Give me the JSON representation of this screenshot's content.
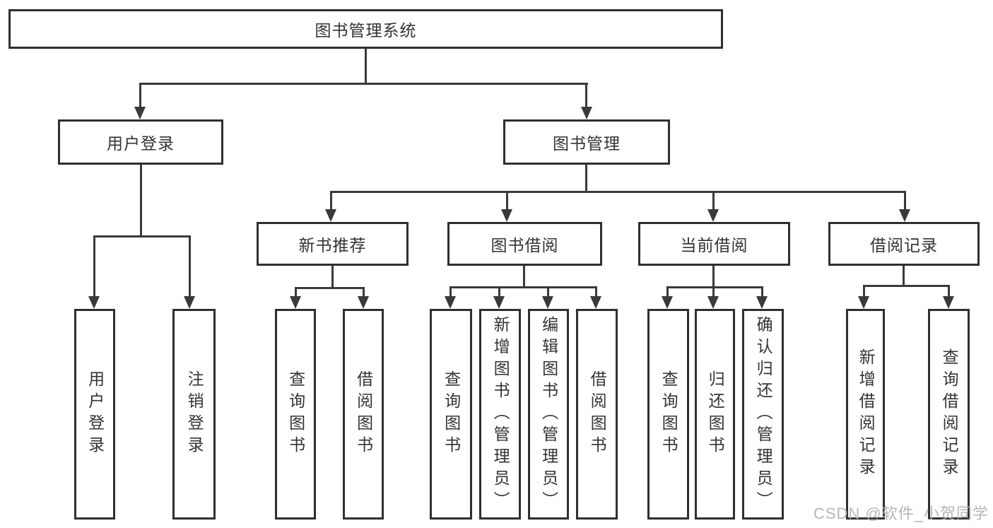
{
  "colors": {
    "line": "#3a3a3a",
    "box_border": "#2f2f2f",
    "text": "#333333",
    "watermark": "#b2b2b2",
    "background": "#ffffff"
  },
  "tree": {
    "root": {
      "label": "图书管理系统"
    },
    "level2": [
      {
        "label": "用户登录"
      },
      {
        "label": "图书管理"
      }
    ],
    "level3": [
      {
        "label": "新书推荐"
      },
      {
        "label": "图书借阅"
      },
      {
        "label": "当前借阅"
      },
      {
        "label": "借阅记录"
      }
    ],
    "leaves": {
      "user_login": [
        {
          "label": "用户登录"
        },
        {
          "label": "注销登录"
        }
      ],
      "new_book": [
        {
          "label": "查询图书"
        },
        {
          "label": "借阅图书"
        }
      ],
      "book_borrow": [
        {
          "label": "查询图书"
        },
        {
          "label": "新增图书（管理员）"
        },
        {
          "label": "编辑图书（管理员）"
        },
        {
          "label": "借阅图书"
        }
      ],
      "current_borrow": [
        {
          "label": "查询图书"
        },
        {
          "label": "归还图书"
        },
        {
          "label": "确认归还（管理员）"
        }
      ],
      "borrow_records": [
        {
          "label": "新增借阅记录"
        },
        {
          "label": "查询借阅记录"
        }
      ]
    }
  },
  "watermark": {
    "text": "CSDN @软件_小贺同学"
  }
}
